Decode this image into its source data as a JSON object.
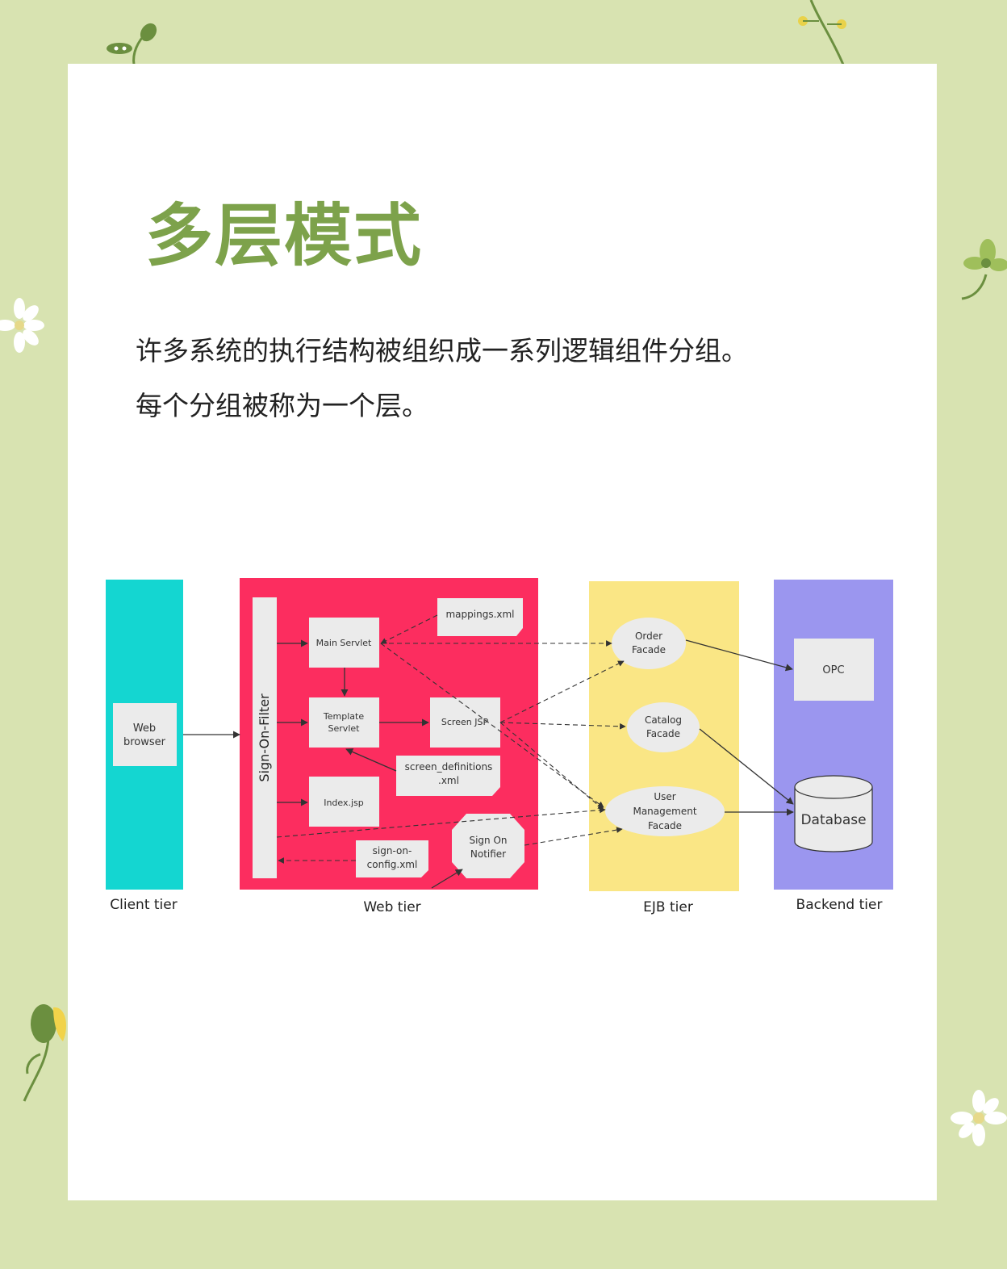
{
  "title": "多层模式",
  "intro": {
    "line1": "许多系统的执行结构被组织成一系列逻辑组件分组。",
    "line2": "每个分组被称为一个层。"
  },
  "diagram": {
    "tiers": {
      "client": "Client tier",
      "web": "Web tier",
      "ejb": "EJB tier",
      "backend": "Backend tier"
    },
    "nodes": {
      "web_browser": [
        "Web",
        "browser"
      ],
      "sign_on_filter": "Sign-On-Filter",
      "main_servlet": "Main Servlet",
      "template_servlet": [
        "Template",
        "Servlet"
      ],
      "screen_jsp": "Screen JSP",
      "index_jsp": "Index.jsp",
      "mappings_xml": "mappings.xml",
      "screen_definitions": [
        "screen_definitions",
        ".xml"
      ],
      "sign_on_config": [
        "sign-on-",
        "config.xml"
      ],
      "sign_on_notifier": [
        "Sign On",
        "Notifier"
      ],
      "order_facade": [
        "Order",
        "Facade"
      ],
      "catalog_facade": [
        "Catalog",
        "Facade"
      ],
      "user_mgmt_facade": [
        "User",
        "Management",
        "Facade"
      ],
      "opc": "OPC",
      "database": "Database"
    },
    "colors": {
      "client": "#14d6d1",
      "web": "#fc2d5f",
      "ejb": "#fae685",
      "backend": "#9b96ef",
      "box": "#ebebeb"
    }
  },
  "theme": {
    "background": "#d8e3b1",
    "title_color": "#7da24b"
  }
}
